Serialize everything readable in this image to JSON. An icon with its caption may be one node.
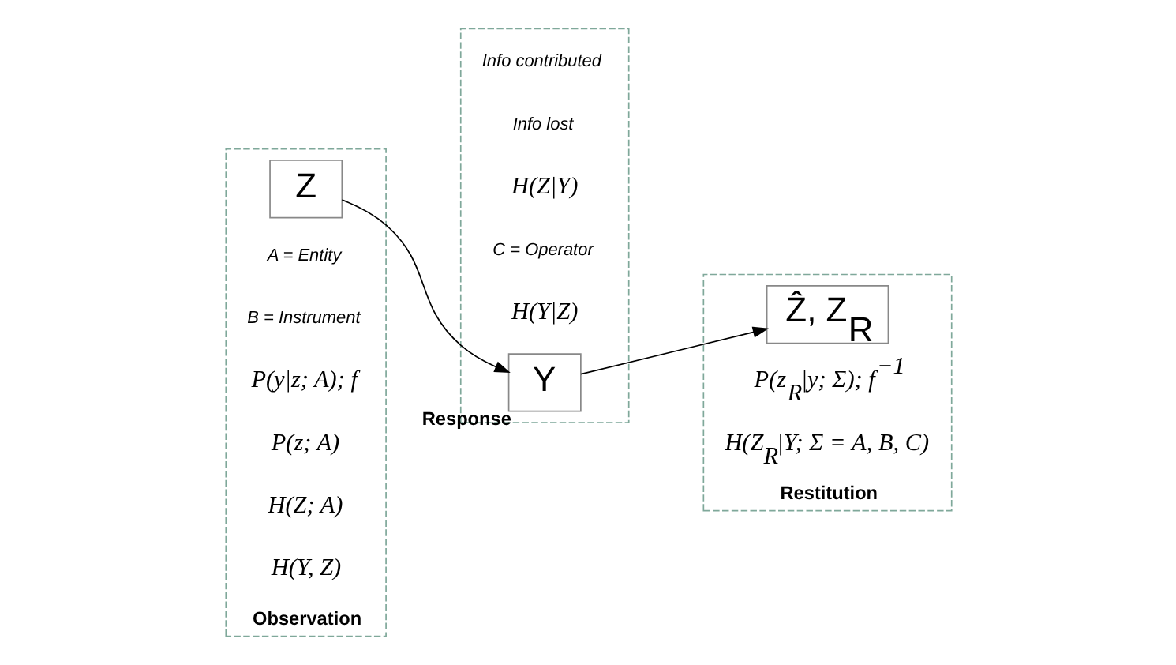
{
  "diagram": {
    "nodes": [
      {
        "text": [
          "Observation"
        ]
      },
      {
        "text": [
          "Z"
        ],
        "in": 0
      },
      {
        "text": [],
        "shape": "box"
      },
      {
        "text": [
          "Y"
        ],
        "in": 2,
        "beside": [
          "Response"
        ]
      },
      {
        "text": [
          "Restitution"
        ]
      },
      {
        "text": [
          "Ẑ, Z$_{R}$"
        ],
        "in": 4
      }
    ],
    "edges": [
      {
        "from": 1,
        "to": 3,
        "arrow": "to"
      },
      {
        "from": 3,
        "to": 5,
        "arrow": "to"
      }
    ],
    "labels": [
      "A = Entity",
      "B = Instrument",
      "Info lost",
      "H(Z|Y)",
      "P(y|z; A); f",
      "C = Operator",
      "P(z$_{R}$|y; Σ); f$^{−1}$",
      "P(z; A)",
      "H(Z; A)",
      "H(Y, Z)",
      "H(Y|Z)",
      "Info contributed",
      "H(Z$_{R}$|Y; Σ = A, B, C)"
    ]
  }
}
